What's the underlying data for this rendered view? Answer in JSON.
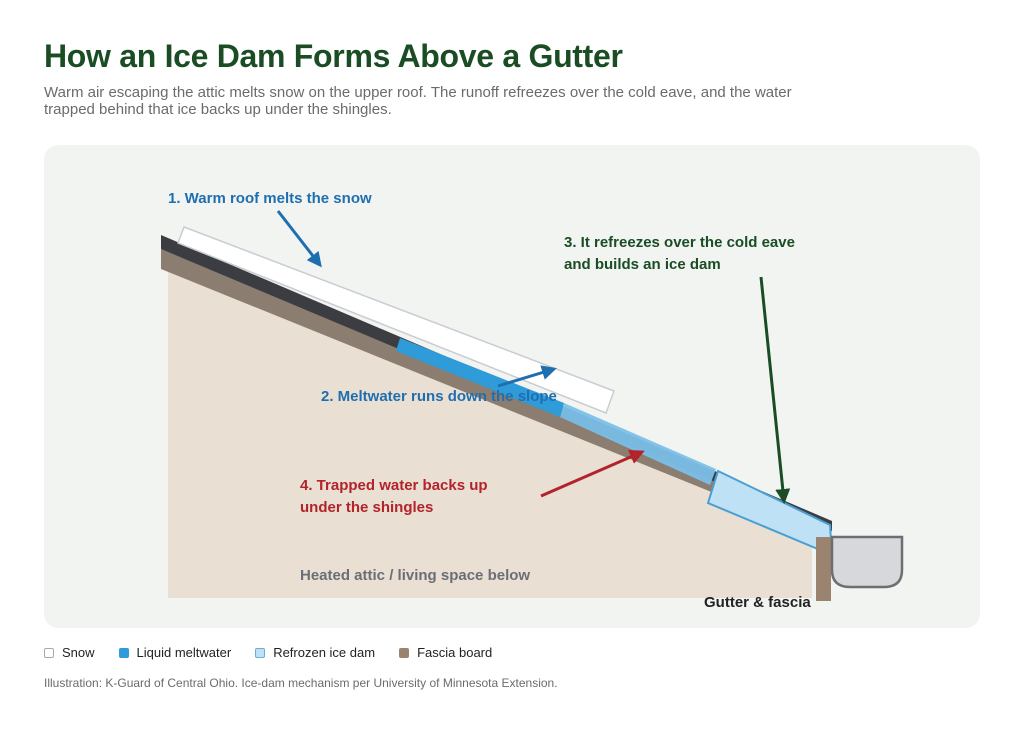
{
  "title": "How an Ice Dam Forms Above a Gutter",
  "subtitle": "Warm air escaping the attic melts snow on the upper roof. The runoff refreezes over the cold eave, and the water trapped behind that ice backs up under the shingles.",
  "diagram": {
    "step1": "1. Warm roof melts the snow",
    "step2": "2. Meltwater runs down the slope",
    "step3_line1": "3. It refreezes over the cold eave",
    "step3_line2": "and builds an ice dam",
    "step4_line1": "4. Trapped water backs up",
    "step4_line2": "under the shingles",
    "attic_label": "Heated attic / living space below",
    "gutter_label": "Gutter & fascia"
  },
  "legend": [
    {
      "label": "Snow",
      "color": "#ffffff",
      "border": "#a9a9a9"
    },
    {
      "label": "Liquid meltwater",
      "color": "#2f9bd8",
      "border": "#2f9bd8"
    },
    {
      "label": "Refrozen ice dam",
      "color": "#bfe1f6",
      "border": "#6aaed6"
    },
    {
      "label": "Fascia board",
      "color": "#9a8470",
      "border": "#9a8470"
    }
  ],
  "colors": {
    "title": "#1a4d24",
    "blue_label": "#1f6fb0",
    "green_label": "#1a4d24",
    "red_label": "#b3232b",
    "attic_fill": "#e9dfd3",
    "roof_deck": "#8b7d70",
    "shingle": "#3b3d42",
    "snow": "#ffffff",
    "water": "#2f9bd8",
    "ice": "#bfe1f6"
  },
  "footnote": "Illustration: K-Guard of Central Ohio. Ice-dam mechanism per University of Minnesota Extension."
}
